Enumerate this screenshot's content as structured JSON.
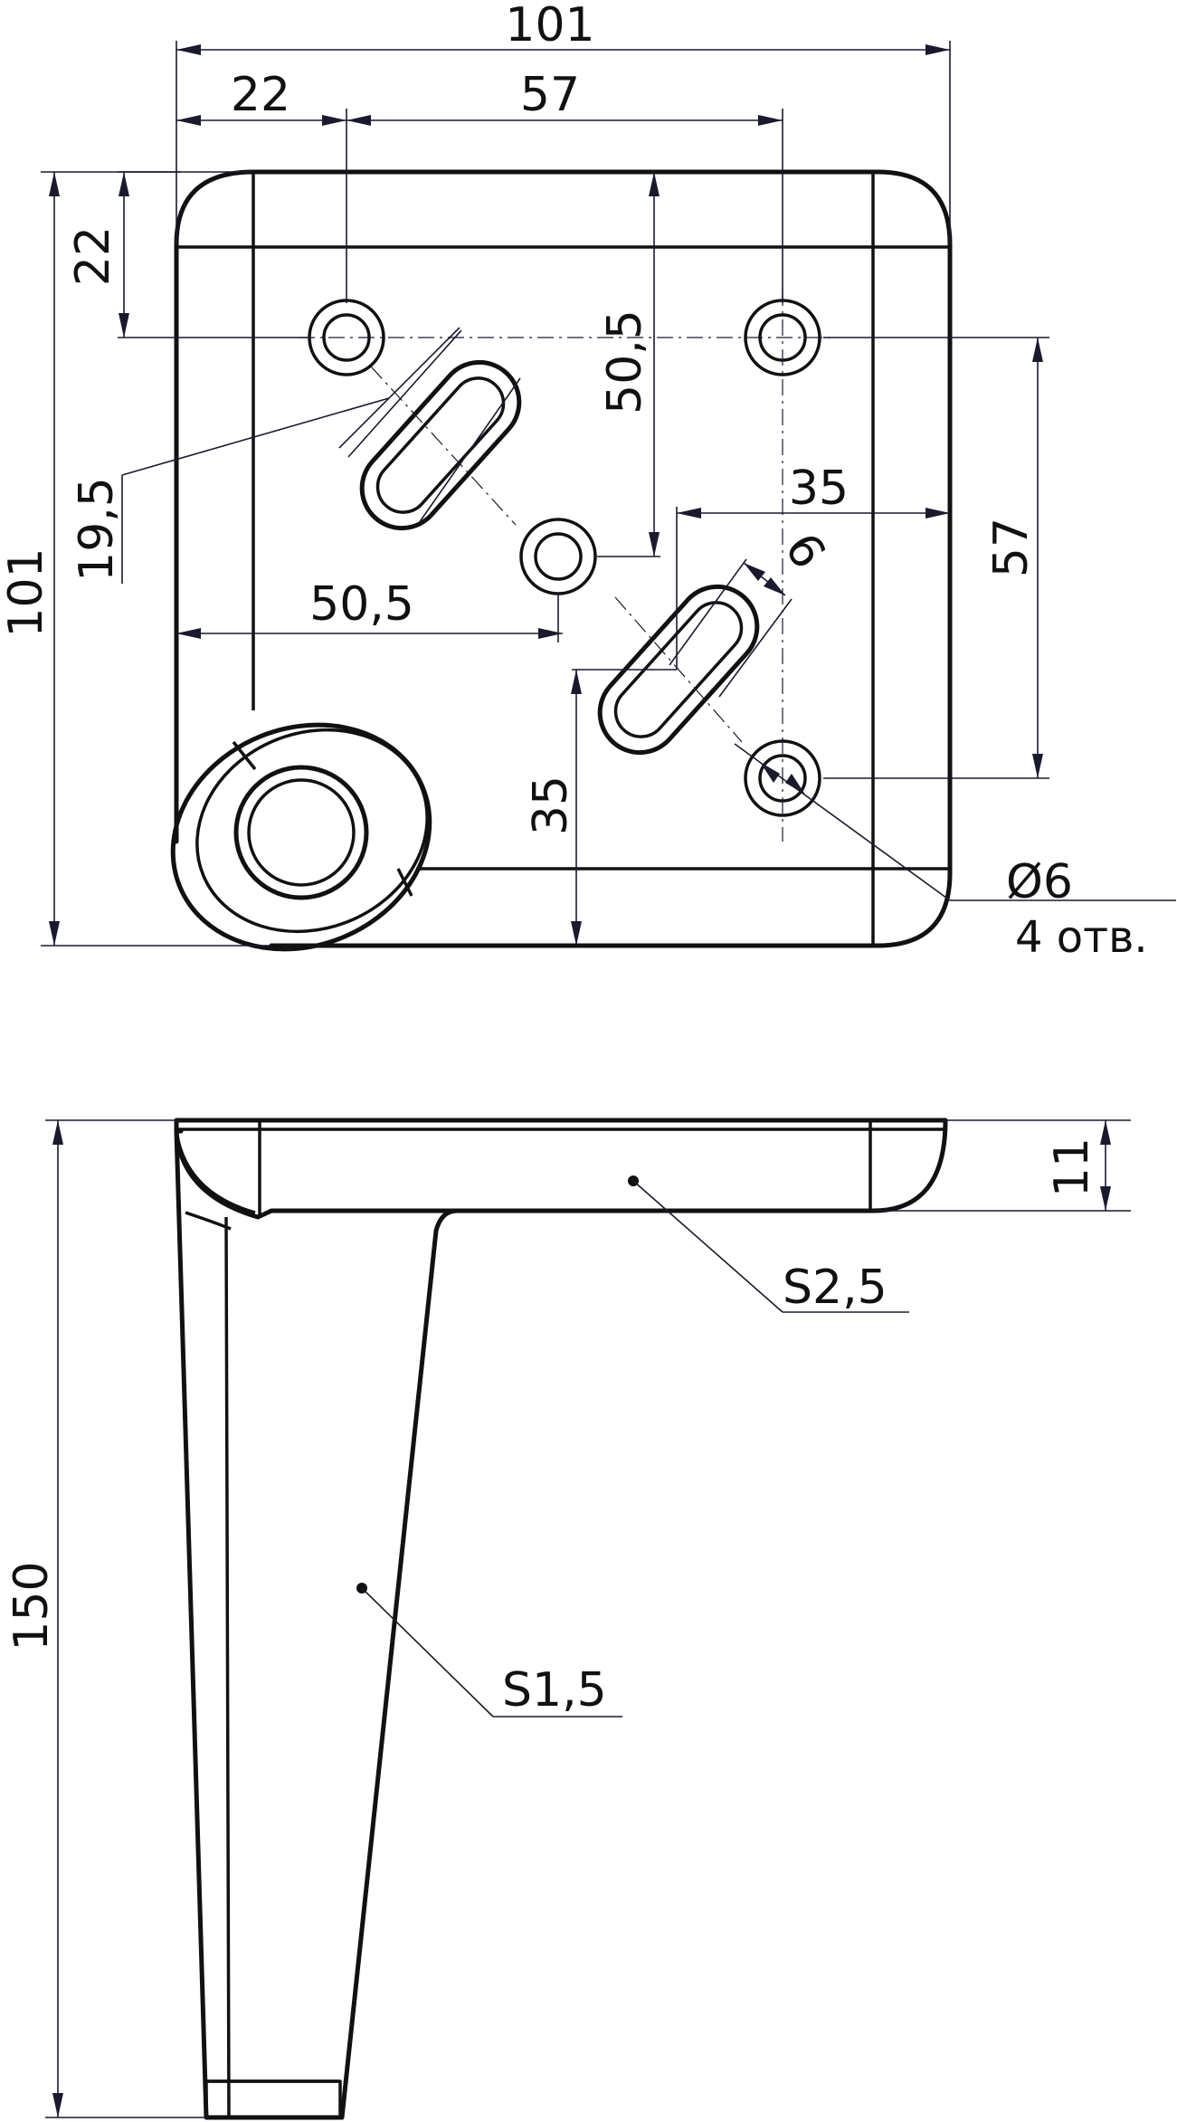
{
  "top_view": {
    "dims": {
      "overall_width": "101",
      "left_offset": "22",
      "hole_spacing_x": "57",
      "top_offset": "22",
      "overall_height": "101",
      "slot_offset_y": "50,5",
      "slot_width": "19,5",
      "right_span": "35",
      "right_hole_spacing": "57",
      "slot_small": "6",
      "center_hole_x": "50,5",
      "bottom_span": "35",
      "hole_diameter": "Ø6",
      "hole_count": "4 отв."
    }
  },
  "side_view": {
    "dims": {
      "total_height": "150",
      "plate_thickness": "11"
    },
    "callouts": {
      "plate_material": "S2,5",
      "leg_material": "S1,5"
    }
  },
  "colors": {
    "outline": "#111111",
    "dimension": "#1a1a2e",
    "background": "#ffffff"
  }
}
